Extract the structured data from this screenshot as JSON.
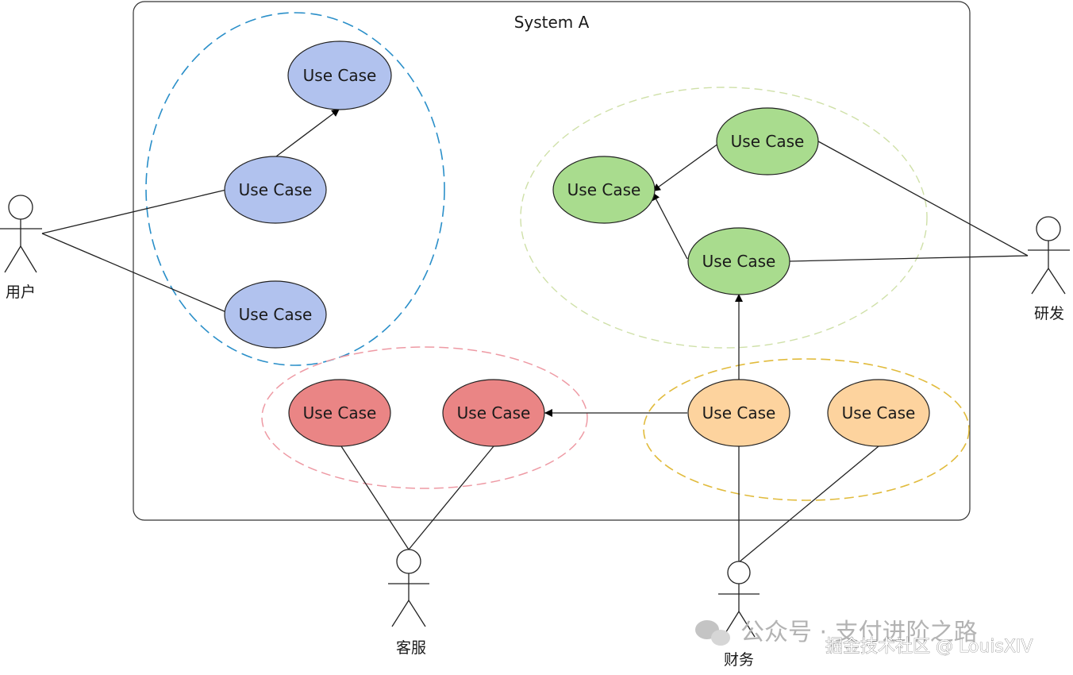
{
  "system": {
    "title": "System A"
  },
  "use_case_label": "Use Case",
  "actors": {
    "user": "用户",
    "research": "研发",
    "support": "客服",
    "finance": "财务"
  },
  "colors": {
    "blue": "#b1c2ee",
    "green": "#a9dc8e",
    "red": "#ea8585",
    "orange": "#fdd39e",
    "blue_group": "#2a8fc9",
    "green_group": "#cfe0a8",
    "red_group": "#ee9aa4",
    "orange_group": "#e1bb3c"
  },
  "watermark": {
    "line1": "公众号 · 支付进阶之路",
    "line2": "掘金技术社区 @ LouisXIV"
  }
}
